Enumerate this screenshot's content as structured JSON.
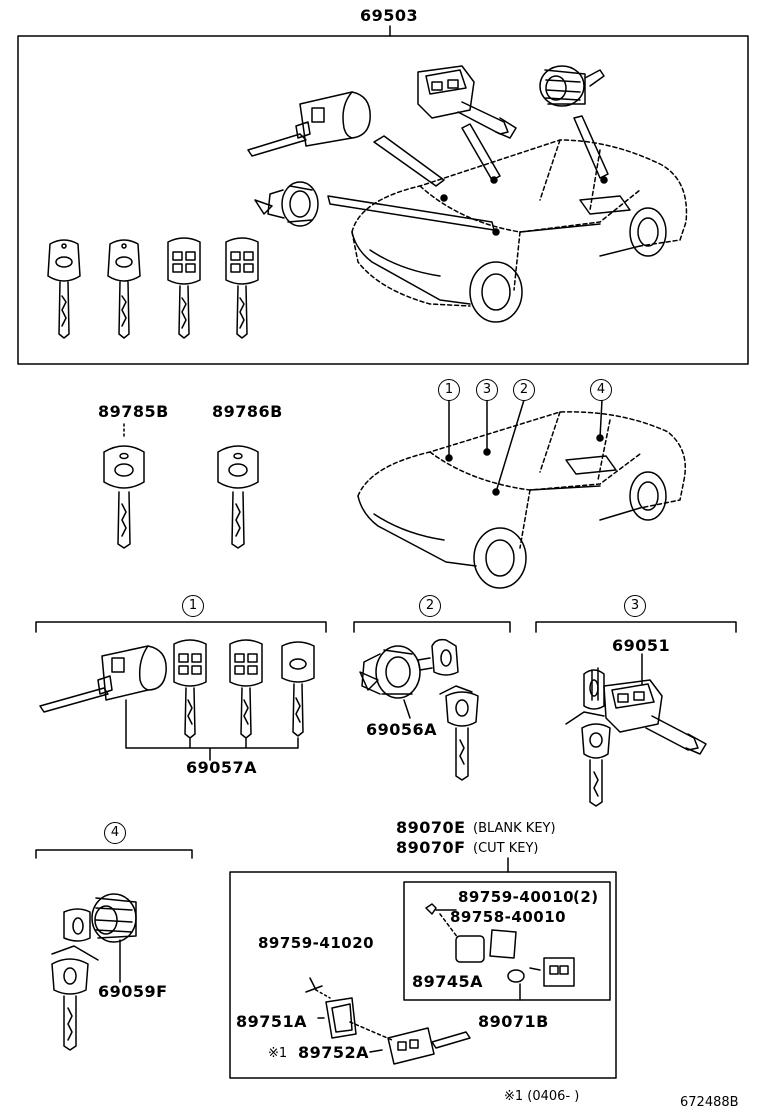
{
  "diagram": {
    "top_assembly": "69503",
    "keys_top": {
      "left": "89785B",
      "right": "89786B"
    },
    "callouts": [
      "1",
      "2",
      "3",
      "4"
    ],
    "section1": {
      "callout": "1",
      "part": "69057A"
    },
    "section2": {
      "callout": "2",
      "part": "69056A"
    },
    "section3": {
      "callout": "3",
      "part": "69051"
    },
    "section4": {
      "callout": "4",
      "part": "69059F"
    },
    "transmitter": {
      "part1": "89070E",
      "part1_note": "(BLANK KEY)",
      "part2": "89070F",
      "part2_note": "(CUT KEY)",
      "screw_a": "89759-40010",
      "screw_a_qty": "(2)",
      "board": "89758-40010",
      "battery": "89745A",
      "case": "89071B",
      "screw_b": "89759-41020",
      "cover": "89751A",
      "key_marker": "※1",
      "key": "89752A"
    },
    "footnote": "※1 (0406-      )",
    "figure_id": "672488B"
  }
}
